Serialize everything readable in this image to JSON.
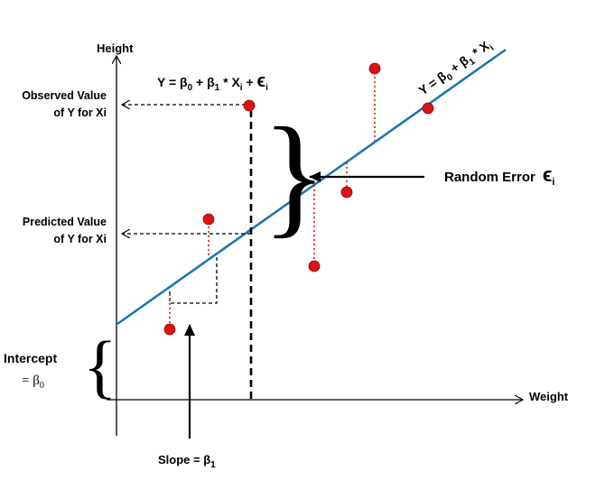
{
  "axes": {
    "y_label": "Height",
    "x_label": "Weight"
  },
  "equation_top": {
    "prefix": "Y = β",
    "sub0": "0",
    "mid": " + β",
    "sub1": "1",
    "times": " * X",
    "subi": "i",
    "plus": " + ",
    "eps": "ϵ",
    "eps_sub": "i"
  },
  "equation_line": {
    "prefix": "Y = β",
    "sub0": "0",
    "mid": " + β",
    "sub1": "1",
    "times": " * X",
    "subi": "i"
  },
  "labels": {
    "observed_line1": "Observed Value",
    "observed_line2": "of Y for Xi",
    "predicted_line1": "Predicted Value",
    "predicted_line2": "of Y for Xi",
    "random_error": "Random Error",
    "random_error_symbol": "ϵ",
    "random_error_sub": "i",
    "intercept_line1": "Intercept",
    "intercept_line2": "= β",
    "intercept_sub": "0",
    "slope": "Slope = β",
    "slope_sub": "1",
    "curly_brace_large": "}",
    "curly_brace_small": "{"
  },
  "colors": {
    "regression_line": "#1f77a8",
    "points": "#e01010",
    "residual": "#e03030",
    "axis": "#000000"
  },
  "icons": {
    "data_point": "red-scribble-dot",
    "arrow": "black-arrow"
  }
}
